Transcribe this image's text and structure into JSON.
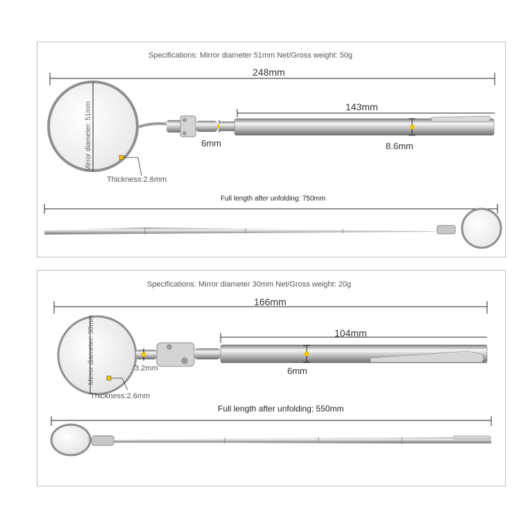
{
  "top": {
    "spec": "Specifications: Mirror diameter 51mm Net/Gross weight: 50g",
    "total_length": "248mm",
    "tube_length": "143mm",
    "neck_diameter": "6mm",
    "tube_diameter": "8.6mm",
    "mirror_diameter": "Mirror diameter: 51mm",
    "thickness": "Thickness:2.6mm",
    "full_length": "Full length after unfolding: 750mm"
  },
  "bottom": {
    "spec": "Specifications: Mirror diameter 30mm Net/Gross weight: 20g",
    "total_length": "166mm",
    "tube_length": "104mm",
    "neck_diameter": "3.2mm",
    "tube_diameter": "6mm",
    "mirror_diameter": "Mirror diameter: 30mm",
    "thickness": "Thickness:2.6mm",
    "full_length": "Full length after unfolding: 550mm"
  },
  "colors": {
    "marker": "#f2c500",
    "line": "#222222",
    "metal_light": "#f4f4f4",
    "metal_dark": "#8a8a8a"
  }
}
